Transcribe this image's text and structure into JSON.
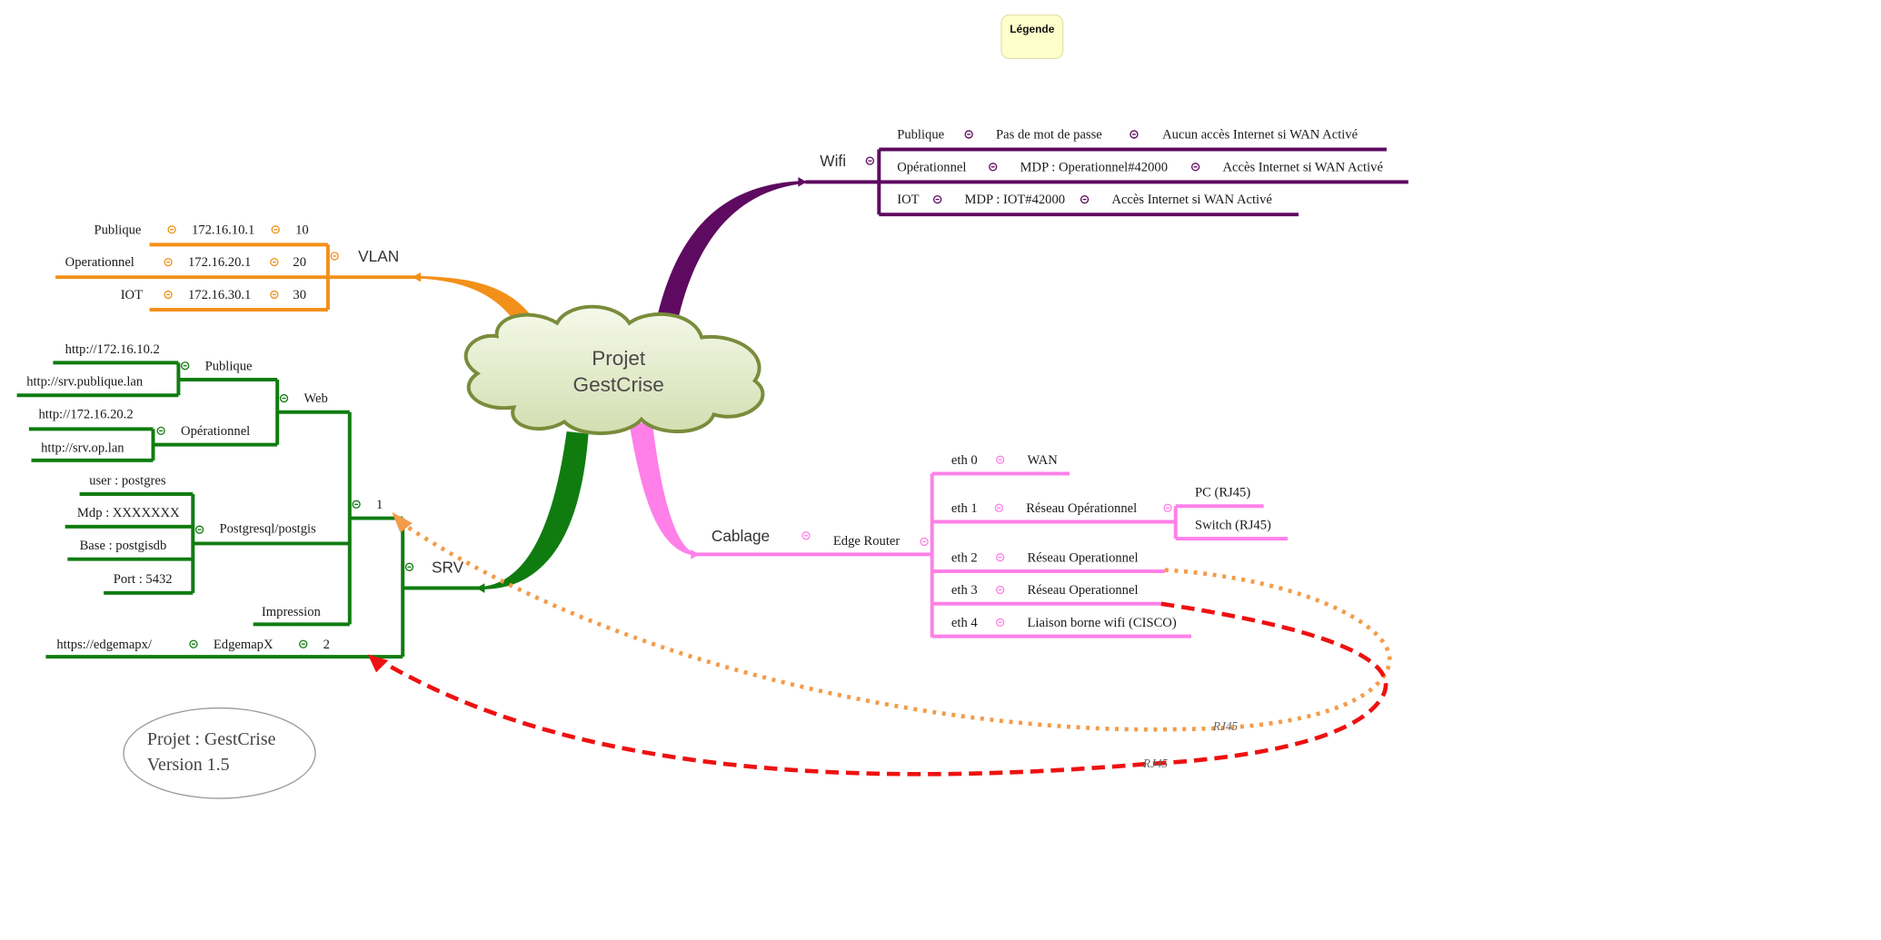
{
  "legend": {
    "title": "Légende"
  },
  "root": {
    "line1": "Projet",
    "line2": "GestCrise"
  },
  "version_box": {
    "line1": "Projet : GestCrise",
    "line2": "Version 1.5"
  },
  "colors": {
    "vlan": "#f39019",
    "wifi": "#5e0a60",
    "srv": "#107c10",
    "cablage": "#ff80e8",
    "link_orange": "#f39c4a",
    "link_red": "#ee1111",
    "root_fill": "#e4eccb",
    "root_stroke": "#7a8c3b"
  },
  "vlan": {
    "label": "VLAN",
    "rows": [
      {
        "name": "Publique",
        "ip": "172.16.10.1",
        "id": "10"
      },
      {
        "name": "Operationnel",
        "ip": "172.16.20.1",
        "id": "20"
      },
      {
        "name": "IOT",
        "ip": "172.16.30.1",
        "id": "30"
      }
    ]
  },
  "wifi": {
    "label": "Wifi",
    "rows": [
      {
        "name": "Publique",
        "pwd": "Pas de mot de passe",
        "access": "Aucun accès Internet si WAN Activé"
      },
      {
        "name": "Opérationnel",
        "pwd": "MDP : Operationnel#42000",
        "access": "Accès Internet si WAN Activé"
      },
      {
        "name": "IOT",
        "pwd": "MDP : IOT#42000",
        "access": "Accès Internet si WAN Activé"
      }
    ]
  },
  "srv": {
    "label": "SRV",
    "node1": "1",
    "node2": "2",
    "web": "Web",
    "web_publique": "Publique",
    "web_publique_urls": [
      "http://172.16.10.2",
      "http://srv.publique.lan"
    ],
    "web_operationnel": "Opérationnel",
    "web_operationnel_urls": [
      "http://172.16.20.2",
      "http://srv.op.lan"
    ],
    "postgres": "Postgresql/postgis",
    "postgres_items": [
      "user : postgres",
      "Mdp : XXXXXXX",
      "Base : postgisdb",
      "Port : 5432"
    ],
    "impression": "Impression",
    "edgemapx": "EdgemapX",
    "edgemapx_url": "https://edgemapx/"
  },
  "cablage": {
    "label": "Cablage",
    "router": "Edge Router",
    "ports": [
      {
        "port": "eth 0",
        "target": "WAN"
      },
      {
        "port": "eth 1",
        "target": "Réseau Opérationnel"
      },
      {
        "port": "eth 2",
        "target": "Réseau Operationnel"
      },
      {
        "port": "eth 3",
        "target": "Réseau Operationnel"
      },
      {
        "port": "eth 4",
        "target": "Liaison borne wifi (CISCO)"
      }
    ],
    "eth1_children": [
      "PC (RJ45)",
      "Switch (RJ45)"
    ]
  },
  "links": [
    {
      "label": "RJ45",
      "from": "eth 2",
      "to": "1"
    },
    {
      "label": "RJ45",
      "from": "eth 3",
      "to": "2"
    }
  ]
}
